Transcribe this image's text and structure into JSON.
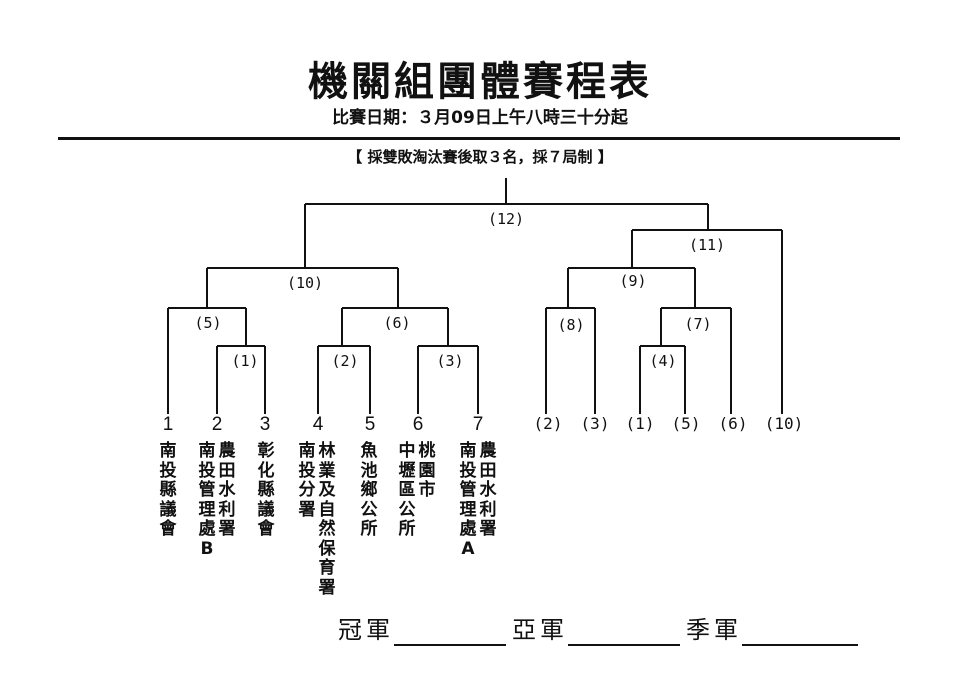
{
  "header": {
    "title": "機關組團體賽程表",
    "subtitle": "比賽日期：３月09日上午八時三十分起",
    "rules_note": "【 採雙敗淘汰賽後取３名，採７局制 】"
  },
  "matches": [
    {
      "label": "(1)"
    },
    {
      "label": "(2)"
    },
    {
      "label": "(3)"
    },
    {
      "label": "(4)"
    },
    {
      "label": "(5)"
    },
    {
      "label": "(6)"
    },
    {
      "label": "(7)"
    },
    {
      "label": "(8)"
    },
    {
      "label": "(9)"
    },
    {
      "label": "(10)"
    },
    {
      "label": "(11)"
    },
    {
      "label": "(12)"
    }
  ],
  "teams": [
    {
      "seed": "1",
      "lines": [
        "南投縣議會"
      ]
    },
    {
      "seed": "2",
      "lines": [
        "農田水利署",
        "南投管理處B"
      ]
    },
    {
      "seed": "3",
      "lines": [
        "彰化縣議會"
      ]
    },
    {
      "seed": "4",
      "lines": [
        "林業及自然保育署",
        "南投分署"
      ]
    },
    {
      "seed": "5",
      "lines": [
        "魚池鄉公所"
      ]
    },
    {
      "seed": "6",
      "lines": [
        "桃園市",
        "中壢區公所"
      ]
    },
    {
      "seed": "7",
      "lines": [
        "農田水利署",
        "南投管理處A"
      ]
    }
  ],
  "loser_refs": [
    "(2)",
    "(3)",
    "(1)",
    "(5)",
    "(6)",
    "(10)"
  ],
  "awards": {
    "champion": "冠軍",
    "runner_up": "亞軍",
    "third": "季軍"
  }
}
